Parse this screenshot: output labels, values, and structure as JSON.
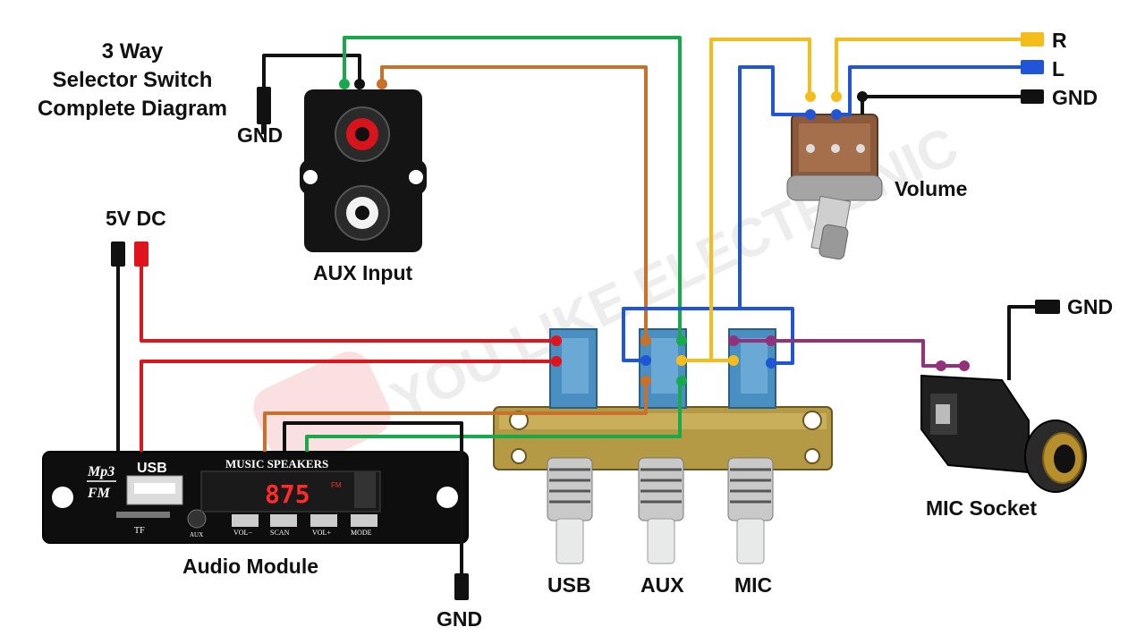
{
  "title": {
    "line1": "3 Way",
    "line2": "Selector Switch",
    "line3": "Complete Diagram"
  },
  "labels": {
    "gnd_aux": "GND",
    "power": "5V DC",
    "aux_input": "AUX Input",
    "vol_r": "R",
    "vol_l": "L",
    "vol_gnd": "GND",
    "volume": "Volume",
    "mic_gnd": "GND",
    "mic_socket": "MIC Socket",
    "audio_module": "Audio Module",
    "gnd_bottom": "GND",
    "switch_usb": "USB",
    "switch_aux": "AUX",
    "switch_mic": "MIC"
  },
  "module": {
    "brand_top": "Mp3",
    "brand_bottom": "FM",
    "usb": "USB",
    "speakers": "MUSIC SPEAKERS",
    "display": "875",
    "display_unit": "FM",
    "tf": "TF",
    "aux": "AUX",
    "btn_volminus": "VOL−",
    "btn_scan": "SCAN",
    "btn_volplus": "VOL+",
    "btn_mode": "MODE"
  },
  "watermark": "YOU LIKE ELECTRONIC",
  "colors": {
    "black": "#111111",
    "red": "#e0141c",
    "green": "#1aa84c",
    "orange": "#c9712b",
    "yellow": "#f5bd1c",
    "blue": "#1f55d6",
    "purple": "#93317a",
    "switch_blue": "#4a8fc2"
  }
}
